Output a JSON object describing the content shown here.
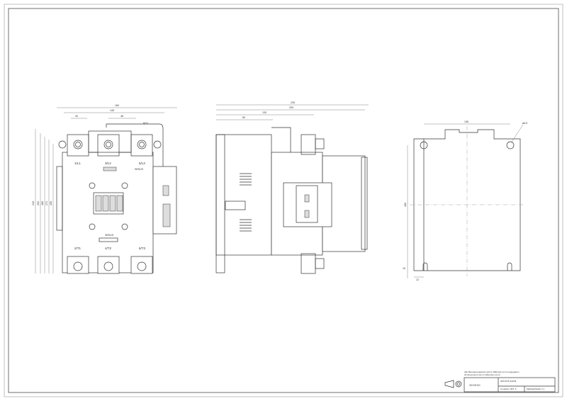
{
  "front_view": {
    "terminals_top": [
      "1/L1",
      "3/L2",
      "5/L3"
    ],
    "terminals_bottom": [
      "2/T1",
      "4/T2",
      "6/T3"
    ],
    "brand": "SIRIUS",
    "center_label": "SIRIUS",
    "dims_top": [
      "160",
      "145",
      "48",
      "40",
      "M12"
    ],
    "dims_left": [
      "210",
      "202",
      "180",
      "172",
      "150"
    ]
  },
  "side_view": {
    "dims_top": [
      "226",
      "209",
      "130",
      "80"
    ]
  },
  "mounting_view": {
    "dims": [
      "136",
      "ø6.5",
      "180",
      "15",
      "12"
    ]
  },
  "title_block": {
    "note_line1": "Alle Bemassungswerte sind in Millimeter (mm) angegeben",
    "note_line2": "All dimensions are in millimeters (mm)",
    "drawing_number": "3RT1075-6AP36",
    "logo_text": "SIEMENS",
    "field_left": "Contactor 3RT, 6",
    "field_right": "Maßstab/Scale 1:1"
  }
}
